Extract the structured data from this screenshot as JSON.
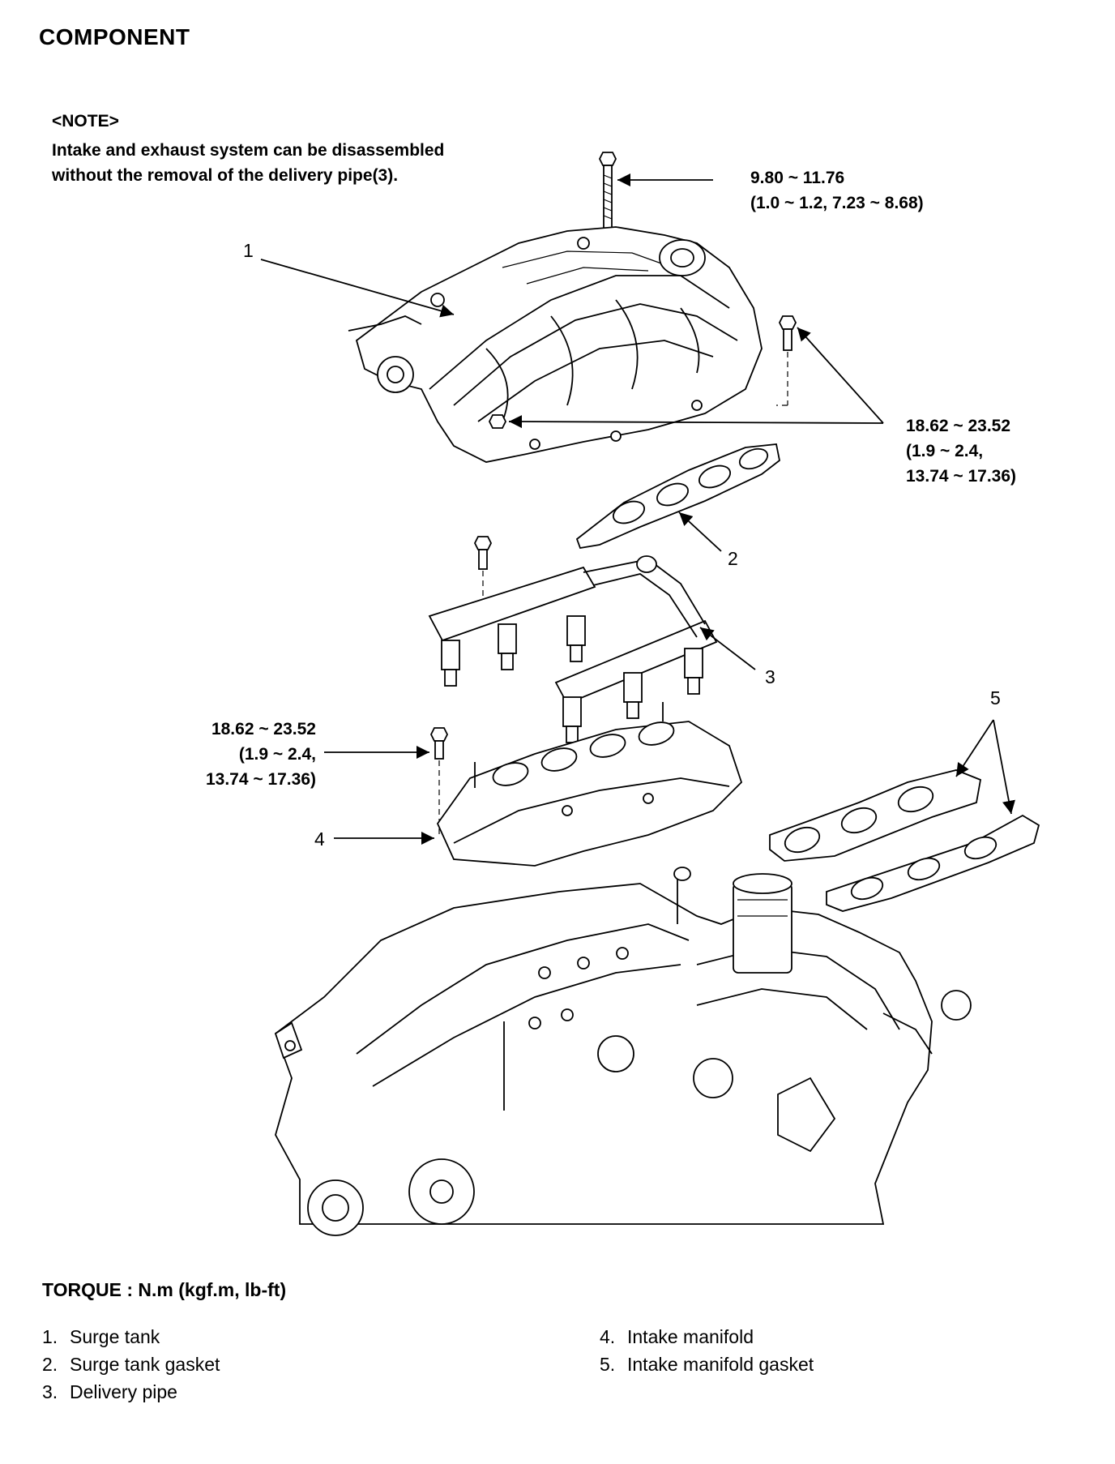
{
  "title": "COMPONENT",
  "note": {
    "heading": "<NOTE>",
    "line1": "Intake and exhaust system can be disassembled",
    "line2": "without the removal of the delivery pipe(3)."
  },
  "torques": {
    "top_bolt": {
      "line1": "9.80 ~ 11.76",
      "line2": "(1.0 ~ 1.2, 7.23 ~ 8.68)"
    },
    "surge_tank_bolts": {
      "line1": "18.62 ~ 23.52",
      "line2": "(1.9 ~ 2.4,",
      "line3": "13.74 ~ 17.36)"
    },
    "intake_manifold_bolt": {
      "line1": "18.62 ~ 23.52",
      "line2": "(1.9 ~ 2.4,",
      "line3": "13.74 ~ 17.36)"
    }
  },
  "callouts": {
    "c1": "1",
    "c2": "2",
    "c3": "3",
    "c4": "4",
    "c5": "5"
  },
  "torque_unit": "TORQUE : N.m (kgf.m, lb-ft)",
  "legend": [
    {
      "num": "1.",
      "label": "Surge tank"
    },
    {
      "num": "2.",
      "label": "Surge tank gasket"
    },
    {
      "num": "3.",
      "label": "Delivery pipe"
    },
    {
      "num": "4.",
      "label": "Intake manifold"
    },
    {
      "num": "5.",
      "label": "Intake manifold gasket"
    }
  ]
}
